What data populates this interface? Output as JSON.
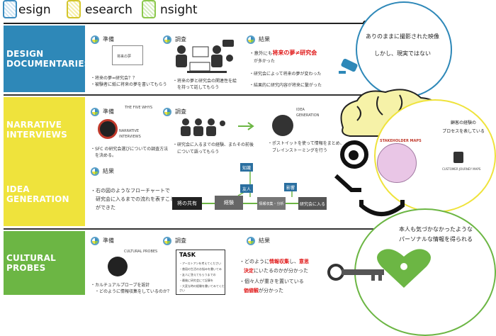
{
  "header": {
    "word1": "esign",
    "word2": "esearch",
    "word3": "nsight",
    "colors": {
      "d": "#3c8cc0",
      "r": "#e6d83a",
      "i": "#8cc84c"
    }
  },
  "bands": {
    "design": {
      "line1": "DESIGN",
      "line2": "DOCUMENTARIES",
      "color": "#2e88b8"
    },
    "narrative": {
      "line1": "NARRATIVE",
      "line2": "INTERVIEWS",
      "color": "#efe33c"
    },
    "idea": {
      "line1": "IDEA",
      "line2": "GENERATION",
      "color": "#efe33c"
    },
    "cultural": {
      "line1": "CULTURAL",
      "line2": "PROBES",
      "color": "#6cb644"
    }
  },
  "phases": {
    "prep": "準備",
    "survey": "調査",
    "result": "結果"
  },
  "design_row": {
    "prep_box": "将来の夢",
    "prep_notes": [
      "・将来の夢=研究会？？",
      "・被験者に紙に将来の夢を書いてもらう"
    ],
    "survey_notes": [
      "・将来の夢と研究会の関連性を絵",
      "　を持って話してもらう"
    ],
    "result_note1": "・意外にも",
    "result_red": "将来の夢≠研究会",
    "result_note1b": "　が多かった",
    "result_note2": "・研究会によって将来の夢が変わった",
    "result_note3": "・結果的に研究内容が将来に繋がった"
  },
  "narrative_row": {
    "five_whys": "THE FIVE WHYS",
    "narrative_cap": "NARRATIVE\nINTERVIEWS",
    "prep_note1": "・SFC の研究会選びについての調査方法",
    "prep_note2": "　を決める。",
    "survey_note1": "・研究会に入るまでの経験、またその前後",
    "survey_note2": "　について語ってもらう",
    "idea_cap": "IDEA\nGENERATION",
    "idea_note1": "・ポストイットを使って情報をまとめ、",
    "idea_note2": "　ブレインストーミングを行う"
  },
  "idea_row": {
    "result_note1": "・右の図のようなフローチャートで",
    "result_note2": "　研究会に入るまでの流れを表すこと",
    "result_note3": "　ができた",
    "flow": [
      "将の共有",
      "経験",
      "情報収集・分析",
      "研究会に入る"
    ],
    "flow_small": [
      "知識",
      "友人",
      "影響"
    ]
  },
  "cultural_row": {
    "probes_cap": "CULTURAL PROBES",
    "prep_note1": "・カルチュアルプローブを設計",
    "prep_note2": "　・どのように情報収集をしているのか？",
    "task_title": "TASK",
    "task_lines": [
      "・アーストアンを考えてください",
      "・普段の生活のお悩みを書いてみ",
      "・友人に答えてもらうまでの",
      "・最後に研究会にて記事を",
      "・大変な時の経験を書いてみてください"
    ],
    "result_note1": "・どのように",
    "result_red1": "情報収集",
    "result_note1b": "し、",
    "result_red2": "意思",
    "result_red3": "決定",
    "result_note2": "にいたるのかが分かった",
    "result_note3": "・個々人が重きを置いている",
    "result_red4": "価値観",
    "result_note4": "が分かった"
  },
  "right": {
    "blue_text1": "ありのままに撮影された映像",
    "blue_text2": "しかし、現実ではない",
    "yellow_text1": "顧客の経験の",
    "yellow_text2": "プロセスを表している",
    "stakeholder": "STAKEHOLDER MAPS",
    "journey": "CUSTOMER JOURNEY MAPS",
    "green_text1": "本人も気づかなかったような",
    "green_text2": "パーソナルな情報を得られる"
  }
}
